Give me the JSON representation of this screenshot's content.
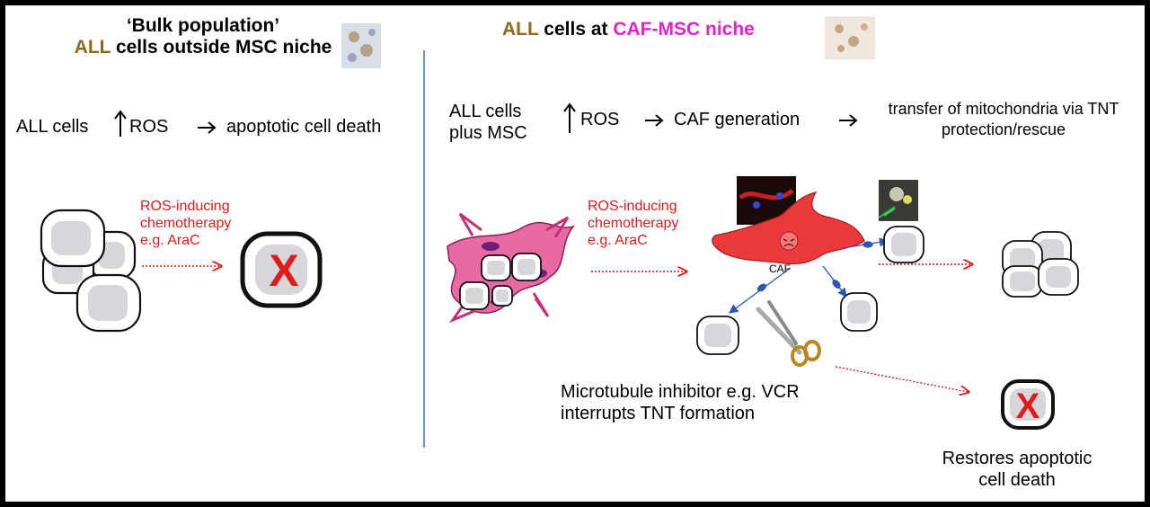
{
  "left_panel": {
    "title_line1": "‘Bulk population’",
    "title_line2_highlight": "ALL",
    "title_line2_rest": " cells outside MSC niche",
    "flow": {
      "subject": "ALL cells",
      "ros": "ROS",
      "outcome": "apoptotic cell death"
    },
    "treatment_label": [
      "ROS-inducing",
      "chemotherapy",
      "e.g. AraC"
    ],
    "dead_mark": "X"
  },
  "right_panel": {
    "title_highlight": "ALL",
    "title_middle": " cells at ",
    "title_niche": "CAF-MSC niche",
    "flow": {
      "subject_line1": "ALL cells",
      "subject_line2": "plus MSC",
      "ros": "ROS",
      "step": "CAF generation",
      "result_line1": "transfer of mitochondria via TNT",
      "result_line2": "protection/rescue"
    },
    "treatment_label": [
      "ROS-inducing",
      "chemotherapy",
      "e.g. AraC"
    ],
    "caf_label": "CAF",
    "inhibitor_line1": "Microtubule inhibitor e.g. VCR",
    "inhibitor_line2": "interrupts TNT formation",
    "dead_mark": "X",
    "restores_line1": "Restores apoptotic",
    "restores_line2": "cell death"
  },
  "colors": {
    "highlight_gold": "#8a6a1d",
    "niche_pink": "#e521c8",
    "arrow_red": "#e01b1b",
    "divider_blue": "#3b6fcc",
    "caf_red": "#e83a3a",
    "msc_pink": "#e04a86"
  },
  "icons": [
    "up-arrow-icon",
    "right-arrow-icon",
    "scissors-icon",
    "dead-cell-x-icon"
  ]
}
